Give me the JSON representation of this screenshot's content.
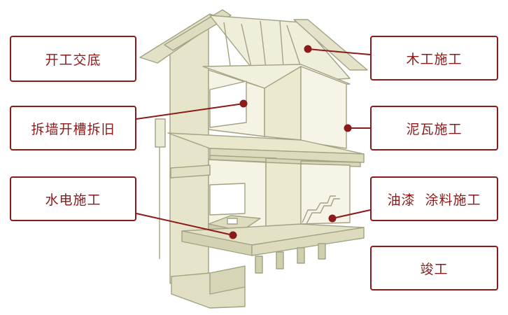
{
  "labels": {
    "handover": "开工交底",
    "demolition": "拆墙开槽拆旧",
    "plumbing_electric": "水电施工",
    "carpentry": "木工施工",
    "masonry": "泥瓦施工",
    "painting": "油漆  涂料施工",
    "completion": "竣工"
  },
  "watermark": "",
  "colors": {
    "accent": "#8b1a1a",
    "house_fill": "#e9e9d2",
    "house_stroke": "#9a9a7a"
  }
}
